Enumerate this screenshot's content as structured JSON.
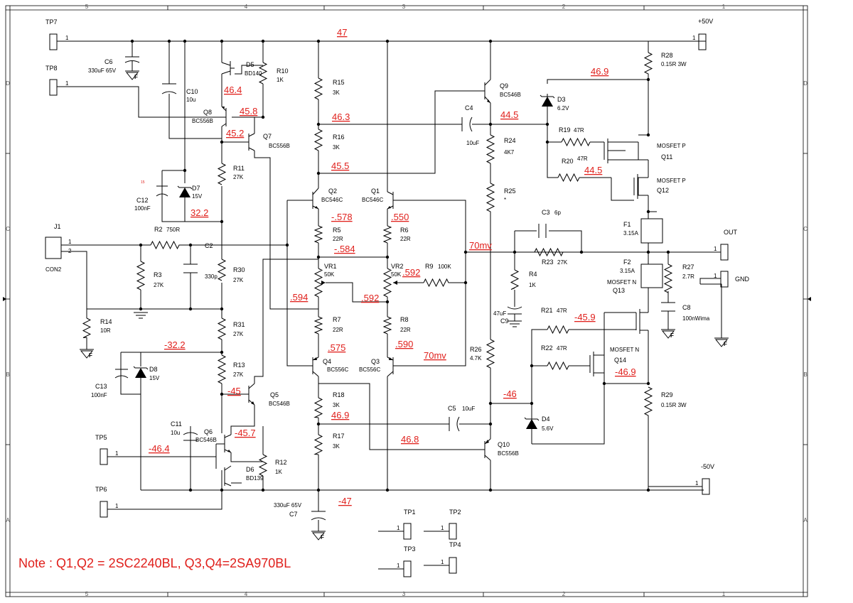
{
  "zones": {
    "top": [
      "5",
      "4",
      "3",
      "2",
      "1"
    ],
    "side": [
      "D",
      "C",
      "B",
      "A"
    ]
  },
  "connectors": {
    "tp7": "TP7",
    "tp8": "TP8",
    "tp5": "TP5",
    "tp6": "TP6",
    "tp1": "TP1",
    "tp2": "TP2",
    "tp3": "TP3",
    "tp4": "TP4",
    "j1": "J1",
    "con2": "CON2",
    "out": "OUT",
    "gnd": "GND",
    "vplus": "+50V",
    "vminus": "-50V",
    "pin1": "1",
    "pin2": "2"
  },
  "components": {
    "c6": "C6",
    "c6v": "330uF 65V",
    "c10": "C10",
    "c10v": "10u",
    "d5": "D5",
    "d5v": "BD140",
    "r10": "R10",
    "r10v": "1K",
    "q8": "Q8",
    "q8v": "BC556B",
    "q7": "Q7",
    "q7v": "BC556B",
    "r11": "R11",
    "r11v": "27K",
    "d7": "D7",
    "d7v": "15V",
    "c12": "C12",
    "c12v": "100nF",
    "r2": "R2",
    "r2v": "750R",
    "c2": "C2",
    "c2v": "330p",
    "r3": "R3",
    "r3v": "27K",
    "r30": "R30",
    "r30v": "27K",
    "r14": "R14",
    "r14v": "10R",
    "r31": "R31",
    "r31v": "27K",
    "r13": "R13",
    "r13v": "27K",
    "d8": "D8",
    "d8v": "15V",
    "c13": "C13",
    "c13v": "100nF",
    "q5": "Q5",
    "q5v": "BC546B",
    "c11": "C11",
    "c11v": "10u",
    "q6": "Q6",
    "q6v": "BC546B",
    "r12": "R12",
    "r12v": "1K",
    "d6": "D6",
    "d6v": "BD139",
    "c7": "C7",
    "c7v": "330uF 65V",
    "r15": "R15",
    "r15v": "3K",
    "r16": "R16",
    "r16v": "3K",
    "q2": "Q2",
    "q2v": "BC546C",
    "q1": "Q1",
    "q1v": "BC546C",
    "r5": "R5",
    "r5v": "22R",
    "r6": "R6",
    "r6v": "22R",
    "vr1": "VR1",
    "vr1v": "50K",
    "vr2": "VR2",
    "vr2v": "50K",
    "r9": "R9",
    "r9v": "100K",
    "r7": "R7",
    "r7v": "22R",
    "r8": "R8",
    "r8v": "22R",
    "q4": "Q4",
    "q4v": "BC556C",
    "q3": "Q3",
    "q3v": "BC556C",
    "r18": "R18",
    "r18v": "3K",
    "r17": "R17",
    "r17v": "3K",
    "q9": "Q9",
    "q9v": "BC546B",
    "c4": "C4",
    "c4v": "10uF",
    "r24": "R24",
    "r24v": "4K7",
    "r25": "R25",
    "r25v": "*",
    "c3": "C3",
    "c3v": "6p",
    "r23": "R23",
    "r23v": "27K",
    "r4": "R4",
    "r4v": "1K",
    "c9": "C9",
    "c9v": "47uF",
    "r26": "R26",
    "r26v": "4.7K",
    "c5": "C5",
    "c5v": "10uF",
    "q10": "Q10",
    "q10v": "BC556B",
    "d3": "D3",
    "d3v": "6.2V",
    "r19": "R19",
    "r19v": "47R",
    "r20": "R20",
    "r20v": "47R",
    "q11": "Q11",
    "q11t": "MOSFET P",
    "q12": "Q12",
    "q12t": "MOSFET P",
    "r28": "R28",
    "r28v": "0.15R 3W",
    "f1": "F1",
    "f1v": "3.15A",
    "f2": "F2",
    "f2v": "3.15A",
    "q13": "Q13",
    "q13t": "MOSFET N",
    "r27": "R27",
    "r27v": "2.7R",
    "c8": "C8",
    "c8v": "100nWima",
    "r21": "R21",
    "r21v": "47R",
    "r22": "R22",
    "r22v": "47R",
    "q14": "Q14",
    "q14t": "MOSFET N",
    "d4": "D4",
    "d4v": "5.6V",
    "r29": "R29",
    "r29v": "0.15R 3W",
    "gndf": "F"
  },
  "voltages": {
    "v47": "47",
    "v46_4": "46.4",
    "v45_8": "45.8",
    "v45_2": "45.2",
    "v32_2": "32.2",
    "vm32_2": "-32.2",
    "vm45": "-45",
    "vm45_7": "-45.7",
    "vm46_4": "-46.4",
    "vm47": "-47",
    "v46_3": "46.3",
    "v45_5": "45.5",
    "vm578": "-.578",
    "vm584": "-.584",
    "v550": ".550",
    "v592a": ".592",
    "v594": ".594",
    "v592b": ".592",
    "v575": ".575",
    "v590": ".590",
    "v70mv_a": "70mv",
    "v70mv_b": "70mv",
    "v46_9a": "46.9",
    "v46_8": "46.8",
    "v46_9b": "46.9",
    "v44_5a": "44.5",
    "v44_5b": "44.5",
    "vm45_9": "-45.9",
    "vm46_9": "-46.9",
    "vm46": "-46",
    "tiny": "15"
  },
  "note": "Note : Q1,Q2 = 2SC2240BL, Q3,Q4=2SA970BL"
}
